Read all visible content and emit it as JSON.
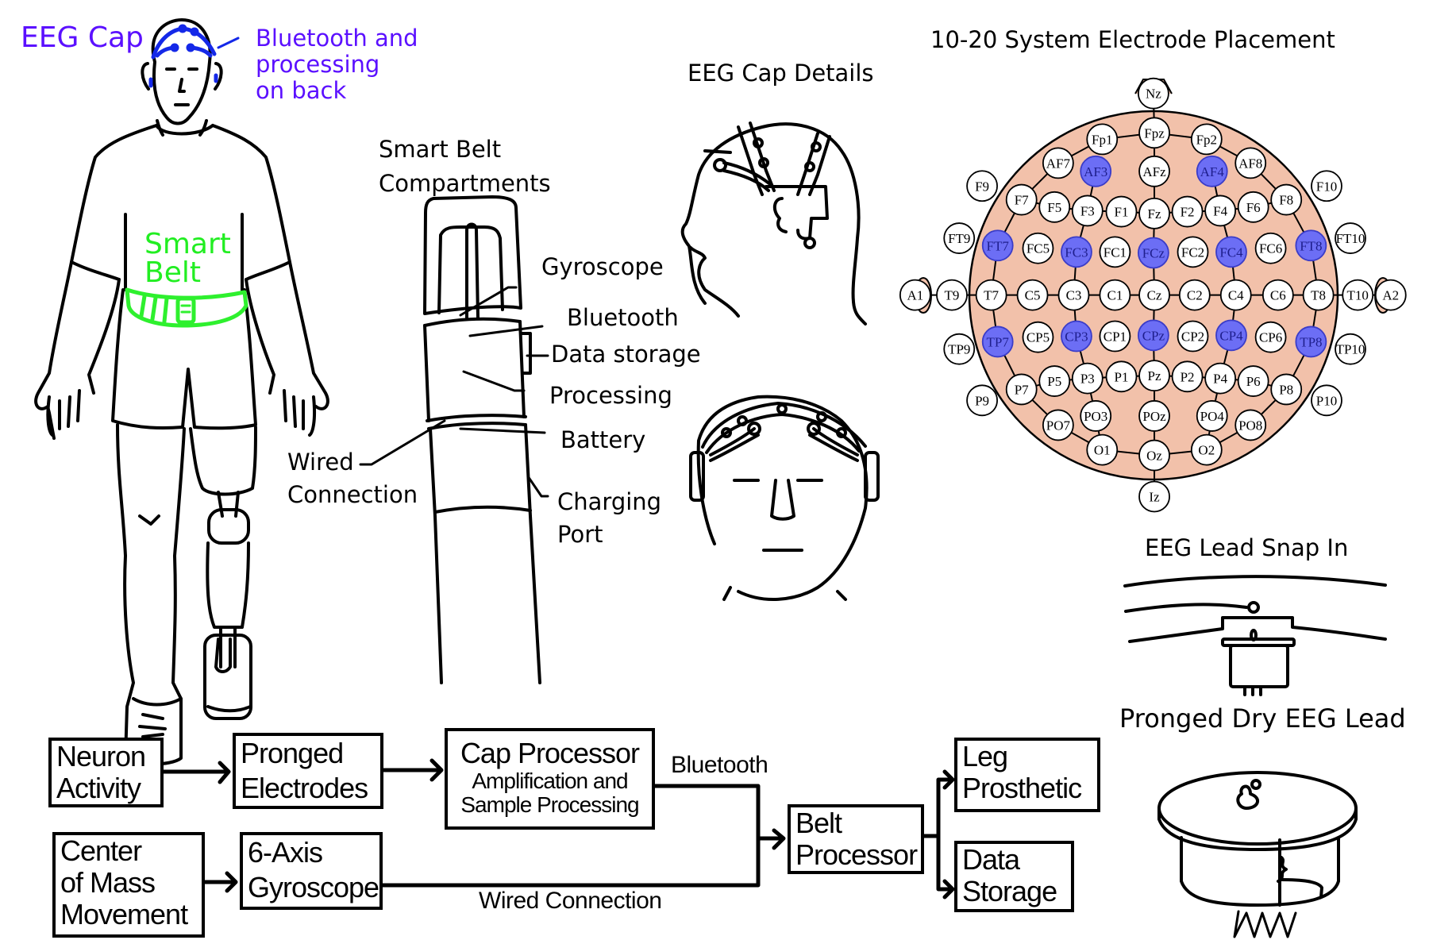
{
  "figure": {
    "person": {
      "eeg_cap_label": "EEG Cap",
      "bluetooth_note": [
        "Bluetooth and",
        "processing",
        "on back"
      ],
      "smart_belt_label": [
        "Smart",
        "Belt"
      ]
    },
    "belt_compartments": {
      "title": [
        "Smart Belt",
        "Compartments"
      ],
      "labels": {
        "gyroscope": "Gyroscope",
        "bluetooth": "Bluetooth",
        "data_storage": "Data storage",
        "processing": "Processing",
        "battery": "Battery",
        "charging": [
          "Charging",
          "Port"
        ],
        "wired": [
          "Wired",
          "Connection"
        ]
      }
    },
    "cap_details": {
      "title": "EEG Cap Details"
    },
    "electrode_map": {
      "title": "10-20 System Electrode Placement",
      "highlight_color": "#6c6ef5",
      "head_color": "#f2c1aa",
      "highlighted": [
        "AF3",
        "AF4",
        "FT7",
        "FC3",
        "FCz",
        "FC4",
        "FT8",
        "TP7",
        "CP3",
        "CPz",
        "CP4",
        "TP8"
      ],
      "electrodes": [
        "Nz",
        "Fpz",
        "Fp1",
        "Fp2",
        "AF7",
        "AF3",
        "AFz",
        "AF4",
        "AF8",
        "F9",
        "F7",
        "F5",
        "F3",
        "F1",
        "Fz",
        "F2",
        "F4",
        "F6",
        "F8",
        "F10",
        "FT9",
        "FT7",
        "FC5",
        "FC3",
        "FC1",
        "FCz",
        "FC2",
        "FC4",
        "FC6",
        "FT8",
        "FT10",
        "A1",
        "T9",
        "T7",
        "C5",
        "C3",
        "C1",
        "Cz",
        "C2",
        "C4",
        "C6",
        "T8",
        "T10",
        "A2",
        "TP9",
        "TP7",
        "CP5",
        "CP3",
        "CP1",
        "CPz",
        "CP2",
        "CP4",
        "CP6",
        "TP8",
        "TP10",
        "P9",
        "P7",
        "P5",
        "P3",
        "P1",
        "Pz",
        "P2",
        "P4",
        "P6",
        "P8",
        "P10",
        "PO7",
        "PO3",
        "POz",
        "PO4",
        "PO8",
        "O1",
        "Oz",
        "O2",
        "Iz"
      ]
    },
    "lead": {
      "snap_title": "EEG Lead Snap In",
      "pronged_title": "Pronged Dry EEG Lead"
    },
    "flowchart": {
      "neuron_activity": [
        "Neuron",
        "Activity"
      ],
      "pronged_electrodes": [
        "Pronged",
        "Electrodes"
      ],
      "cap_processor": {
        "title": "Cap Processor",
        "sub": [
          "Amplification and",
          "Sample Processing"
        ]
      },
      "bluetooth_link": "Bluetooth",
      "center_of_mass": [
        "Center",
        "of Mass",
        "Movement"
      ],
      "gyroscope_6axis": [
        "6-Axis",
        "Gyroscope"
      ],
      "wired_link": "Wired Connection",
      "belt_processor": [
        "Belt",
        "Processor"
      ],
      "leg_prosthetic": [
        "Leg",
        "Prosthetic"
      ],
      "data_storage": [
        "Data",
        "Storage"
      ]
    }
  }
}
